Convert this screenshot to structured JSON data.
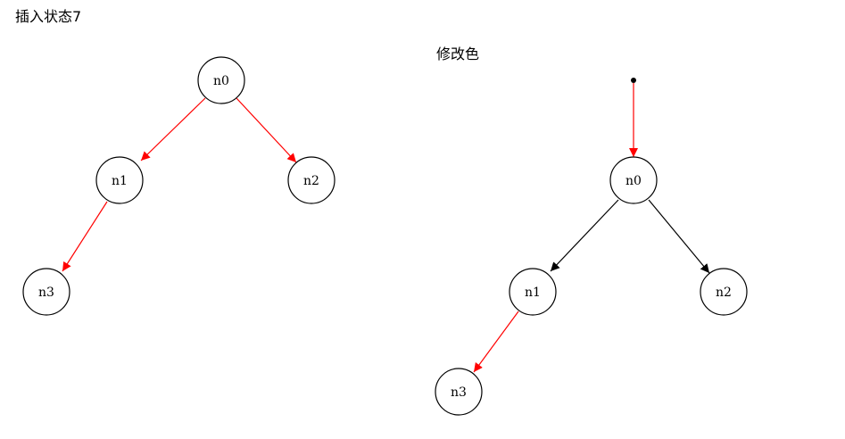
{
  "left_graph": {
    "title": "插入状态7",
    "nodes": [
      {
        "id": "n0",
        "label": "n0"
      },
      {
        "id": "n1",
        "label": "n1"
      },
      {
        "id": "n2",
        "label": "n2"
      },
      {
        "id": "n3",
        "label": "n3"
      }
    ],
    "edges": [
      {
        "from": "n0",
        "to": "n1",
        "color": "#ff0000"
      },
      {
        "from": "n0",
        "to": "n2",
        "color": "#ff0000"
      },
      {
        "from": "n1",
        "to": "n3",
        "color": "#ff0000"
      }
    ]
  },
  "right_graph": {
    "title": "修改色",
    "nodes": [
      {
        "id": "n0",
        "label": "n0"
      },
      {
        "id": "n1",
        "label": "n1"
      },
      {
        "id": "n2",
        "label": "n2"
      },
      {
        "id": "n3",
        "label": "n3"
      }
    ],
    "edges": [
      {
        "from": "root",
        "to": "n0",
        "color": "#ff0000"
      },
      {
        "from": "n0",
        "to": "n1",
        "color": "#000000"
      },
      {
        "from": "n0",
        "to": "n2",
        "color": "#000000"
      },
      {
        "from": "n1",
        "to": "n3",
        "color": "#ff0000"
      }
    ]
  }
}
